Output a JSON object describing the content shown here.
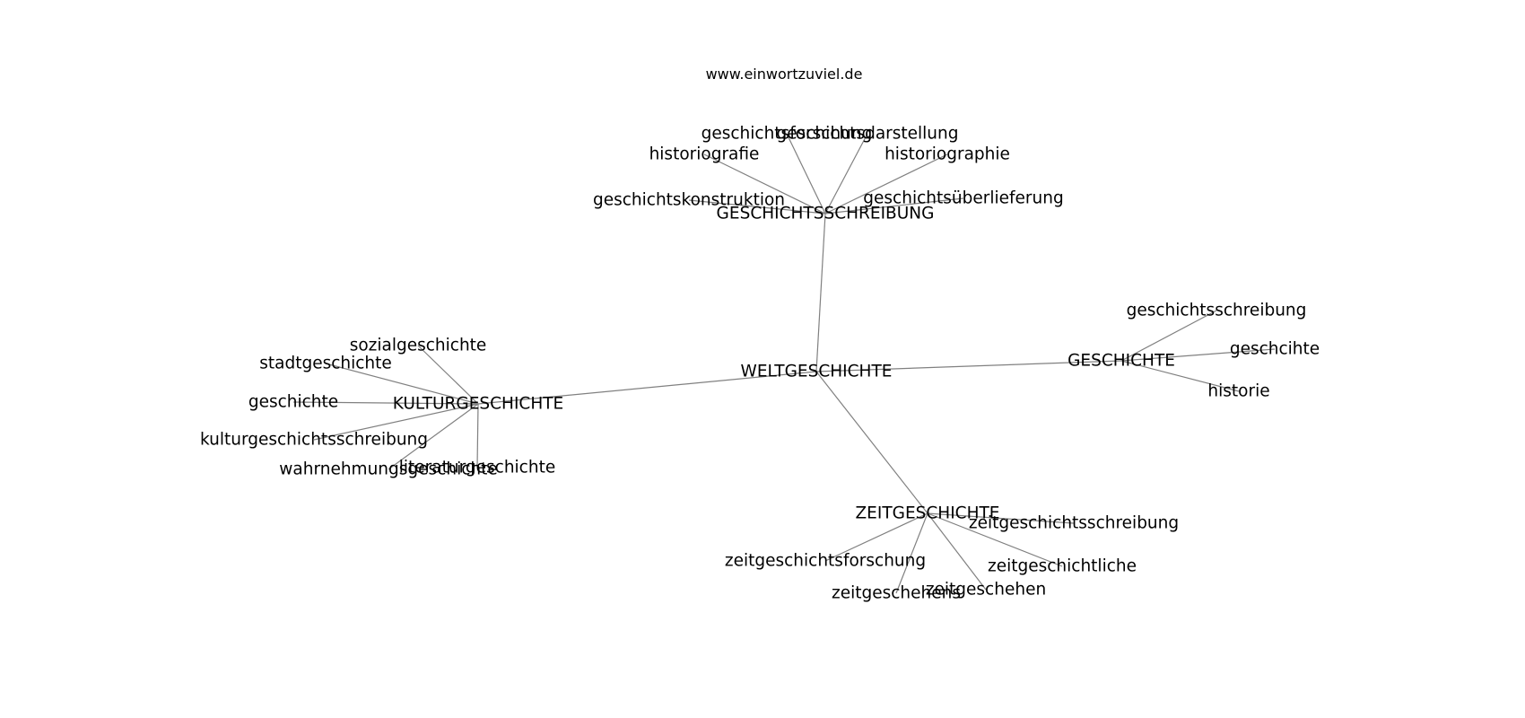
{
  "source_label": "www.einwortzuviel.de",
  "nodes": [
    {
      "id": "welt",
      "label": "WELTGESCHICHTE"
    },
    {
      "id": "gs",
      "label": "GESCHICHTSSCHREIBUNG"
    },
    {
      "id": "gesch",
      "label": "GESCHICHTE"
    },
    {
      "id": "kultur",
      "label": "KULTURGESCHICHTE"
    },
    {
      "id": "zeit",
      "label": "ZEITGESCHICHTE"
    },
    {
      "id": "gsforschung",
      "label": "geschichtsforschung"
    },
    {
      "id": "gsdarstellung",
      "label": "geschichtsdarstellung"
    },
    {
      "id": "historiografie",
      "label": "historiografie"
    },
    {
      "id": "historiographie",
      "label": "historiographie"
    },
    {
      "id": "gskonstruktion",
      "label": "geschichtskonstruktion"
    },
    {
      "id": "gsueberlieferung",
      "label": "geschichtsüberlieferung"
    },
    {
      "id": "gsschreibung_l",
      "label": "geschichtsschreibung"
    },
    {
      "id": "geschcihte",
      "label": "geschcihte"
    },
    {
      "id": "historie",
      "label": "historie"
    },
    {
      "id": "sozial",
      "label": "sozialgeschichte"
    },
    {
      "id": "stadt",
      "label": "stadtgeschichte"
    },
    {
      "id": "geschichte_l",
      "label": "geschichte"
    },
    {
      "id": "kgschreibung",
      "label": "kulturgeschichtsschreibung"
    },
    {
      "id": "wahrnehmung",
      "label": "wahrnehmungsgeschichte"
    },
    {
      "id": "literatur",
      "label": "literaturgeschichte"
    },
    {
      "id": "zgschreibung",
      "label": "zeitgeschichtsschreibung"
    },
    {
      "id": "zgforschung",
      "label": "zeitgeschichtsforschung"
    },
    {
      "id": "zgliche",
      "label": "zeitgeschichtliche"
    },
    {
      "id": "zgeschehens",
      "label": "zeitgeschehens"
    },
    {
      "id": "zgeschehen",
      "label": "zeitgeschehen"
    }
  ],
  "edges": [
    [
      "welt",
      "gs"
    ],
    [
      "welt",
      "gesch"
    ],
    [
      "welt",
      "kultur"
    ],
    [
      "welt",
      "zeit"
    ],
    [
      "gs",
      "gsforschung"
    ],
    [
      "gs",
      "gsdarstellung"
    ],
    [
      "gs",
      "historiografie"
    ],
    [
      "gs",
      "historiographie"
    ],
    [
      "gs",
      "gskonstruktion"
    ],
    [
      "gs",
      "gsueberlieferung"
    ],
    [
      "gesch",
      "gsschreibung_l"
    ],
    [
      "gesch",
      "geschcihte"
    ],
    [
      "gesch",
      "historie"
    ],
    [
      "kultur",
      "sozial"
    ],
    [
      "kultur",
      "stadt"
    ],
    [
      "kultur",
      "geschichte_l"
    ],
    [
      "kultur",
      "kgschreibung"
    ],
    [
      "kultur",
      "wahrnehmung"
    ],
    [
      "kultur",
      "literatur"
    ],
    [
      "zeit",
      "zgschreibung"
    ],
    [
      "zeit",
      "zgforschung"
    ],
    [
      "zeit",
      "zgliche"
    ],
    [
      "zeit",
      "zgeschehens"
    ],
    [
      "zeit",
      "zgeschehen"
    ]
  ]
}
